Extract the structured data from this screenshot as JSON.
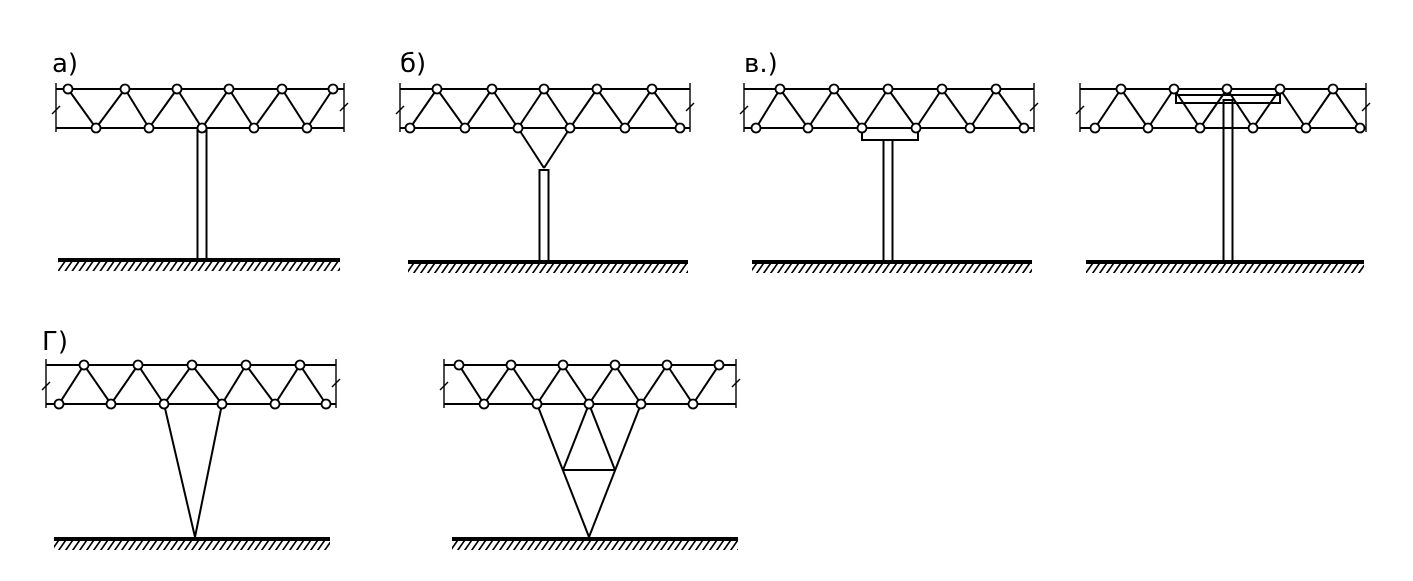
{
  "labels": {
    "a": "а)",
    "b": "б)",
    "v": "в.)",
    "g": "Г)"
  }
}
